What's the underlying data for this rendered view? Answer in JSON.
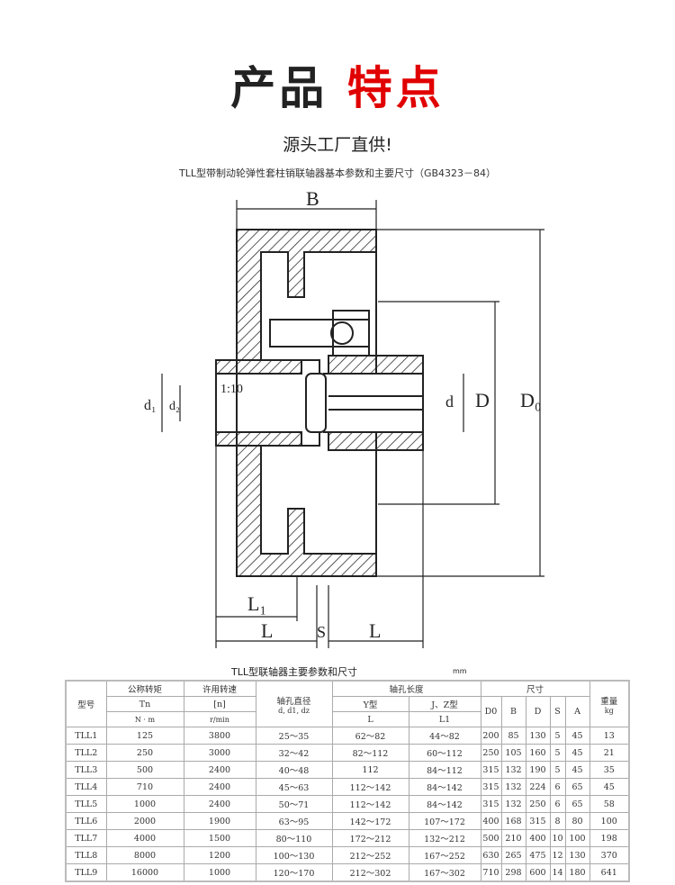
{
  "title": {
    "part1": "产品",
    "part2": "特点"
  },
  "subtitle": "源头工厂直供!",
  "drawing_caption": "TLL型带制动轮弹性套柱销联轴器基本参数和主要尺寸（GB4323－84）",
  "drawing_labels": {
    "B": "B",
    "d1": "d₁",
    "dz": "d₂",
    "taper": "1:10",
    "d": "d",
    "D": "D",
    "D0": "D₀",
    "L1": "L₁",
    "L_left": "L",
    "S": "S",
    "L_right": "L"
  },
  "table": {
    "caption": "TLL型联轴器主要参数和尺寸",
    "unit": "mm",
    "headers": {
      "model": "型号",
      "torque": "公称转矩",
      "torque_sym": "Tn",
      "torque_unit": "N · m",
      "speed": "许用转速",
      "speed_sym": "[n]",
      "speed_unit": "r/min",
      "bore": "轴孔直径",
      "bore_sym": "d, d1, dz",
      "bore_len": "轴孔长度",
      "y_type": "Y型",
      "jz_type": "J、Z型",
      "L": "L",
      "L1": "L1",
      "size": "尺寸",
      "D0": "D0",
      "B": "B",
      "D": "D",
      "S": "S",
      "A": "A",
      "weight": "重量",
      "weight_unit": "kg"
    },
    "rows": [
      [
        "TLL1",
        "125",
        "3800",
        "25～35",
        "62～82",
        "44～82",
        "200",
        "85",
        "130",
        "5",
        "45",
        "13"
      ],
      [
        "TLL2",
        "250",
        "3000",
        "32～42",
        "82～112",
        "60～112",
        "250",
        "105",
        "160",
        "5",
        "45",
        "21"
      ],
      [
        "TLL3",
        "500",
        "2400",
        "40～48",
        "112",
        "84～112",
        "315",
        "132",
        "190",
        "5",
        "45",
        "35"
      ],
      [
        "TLL4",
        "710",
        "2400",
        "45～63",
        "112～142",
        "84～142",
        "315",
        "132",
        "224",
        "6",
        "65",
        "45"
      ],
      [
        "TLL5",
        "1000",
        "2400",
        "50～71",
        "112～142",
        "84～142",
        "315",
        "132",
        "250",
        "6",
        "65",
        "58"
      ],
      [
        "TLL6",
        "2000",
        "1900",
        "63～95",
        "142～172",
        "107～172",
        "400",
        "168",
        "315",
        "8",
        "80",
        "100"
      ],
      [
        "TLL7",
        "4000",
        "1500",
        "80～110",
        "172～212",
        "132～212",
        "500",
        "210",
        "400",
        "10",
        "100",
        "198"
      ],
      [
        "TLL8",
        "8000",
        "1200",
        "100～130",
        "212～252",
        "167～252",
        "630",
        "265",
        "475",
        "12",
        "130",
        "370"
      ],
      [
        "TLL9",
        "16000",
        "1000",
        "120～170",
        "212～302",
        "167～302",
        "710",
        "298",
        "600",
        "14",
        "180",
        "641"
      ]
    ]
  }
}
